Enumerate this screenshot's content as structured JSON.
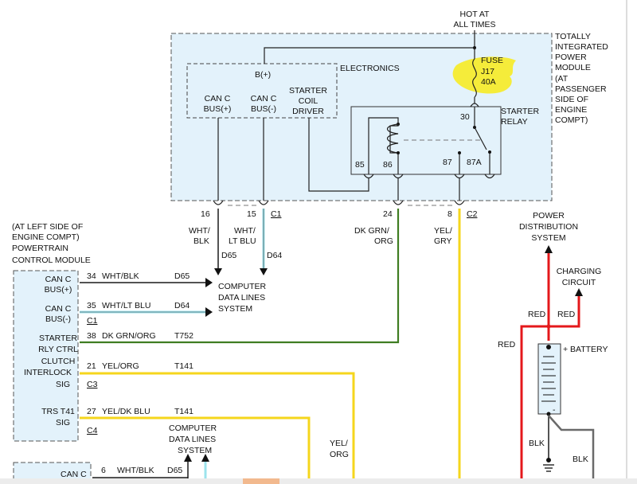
{
  "hot": {
    "line1": "HOT AT",
    "line2": "ALL TIMES"
  },
  "tipm": {
    "lines": [
      "TOTALLY",
      "INTEGRATED",
      "POWER",
      "MODULE",
      "(AT",
      "PASSENGER",
      "SIDE OF",
      "ENGINE",
      "COMPT)"
    ]
  },
  "electronics": {
    "label": "ELECTRONICS",
    "bplus": "B(+)",
    "can_c_pos": [
      "CAN C",
      "BUS(+)"
    ],
    "can_c_neg": [
      "CAN C",
      "BUS(-)"
    ],
    "starter_coil": [
      "STARTER",
      "COIL",
      "DRIVER"
    ]
  },
  "fuse": {
    "line1": "FUSE",
    "line2": "J17",
    "line3": "40A"
  },
  "relay": {
    "label": [
      "STARTER",
      "RELAY"
    ],
    "pin_30": "30",
    "pin_85": "85",
    "pin_86": "86",
    "pin_87": "87",
    "pin_87a": "87A"
  },
  "tipm_pins": {
    "p16": "16",
    "p15": "15",
    "c1": "C1",
    "p24": "24",
    "p8": "8",
    "c2": "C2"
  },
  "wires_upper": {
    "wht_blk": [
      "WHT/",
      "BLK"
    ],
    "wht_ltblu": [
      "WHT/",
      "LT BLU"
    ],
    "d65": "D65",
    "d64": "D64",
    "dk_grn_org": [
      "DK GRN/",
      "ORG"
    ],
    "yel_gry": [
      "YEL/",
      "GRY"
    ]
  },
  "pcm": {
    "label": [
      "(AT LEFT SIDE OF",
      "ENGINE COMPT)",
      "POWERTRAIN",
      "CONTROL MODULE"
    ],
    "pins": [
      {
        "name": [
          "CAN C",
          "BUS(+)"
        ],
        "pin": "34",
        "wire": "WHT/BLK",
        "circuit": "D65",
        "conn": ""
      },
      {
        "name": [
          "CAN C",
          "BUS(-)"
        ],
        "pin": "35",
        "wire": "WHT/LT BLU",
        "circuit": "D64",
        "conn": "C1"
      },
      {
        "name": [
          "STARTER",
          "RLY CTRL"
        ],
        "pin": "38",
        "wire": "DK GRN/ORG",
        "circuit": "T752",
        "conn": ""
      },
      {
        "name": [
          "CLUTCH",
          "INTERLOCK",
          "SIG"
        ],
        "pin": "21",
        "wire": "YEL/ORG",
        "circuit": "T141",
        "conn": "C3"
      },
      {
        "name": [
          "TRS T41",
          "SIG"
        ],
        "pin": "27",
        "wire": "YEL/DK BLU",
        "circuit": "T141",
        "conn": "C4"
      }
    ]
  },
  "cdl_upper": [
    "COMPUTER",
    "DATA LINES",
    "SYSTEM"
  ],
  "cdl_lower": [
    "COMPUTER",
    "DATA LINES",
    "SYSTEM"
  ],
  "yel_org_side": [
    "YEL/",
    "ORG"
  ],
  "bottom_module": {
    "name": "CAN C",
    "pin": "6",
    "wire": "WHT/BLK",
    "circuit": "D65"
  },
  "power_dist": [
    "POWER",
    "DISTRIBUTION",
    "SYSTEM"
  ],
  "charging": [
    "CHARGING",
    "CIRCUIT"
  ],
  "battery": {
    "label": "BATTERY",
    "plus": "+",
    "minus": "-"
  },
  "battery_wires": {
    "red_1": "RED",
    "red_2": "RED",
    "red_3": "RED",
    "blk_1": "BLK",
    "blk_2": "BLK"
  },
  "colors": {
    "red": "#e4181b",
    "yellow": "#f5d61c",
    "green": "#3f7d22",
    "ltblue": "#9ce3ec",
    "module_fill": "#e3f2fb",
    "fuse_highlight": "#f5ec3a"
  }
}
